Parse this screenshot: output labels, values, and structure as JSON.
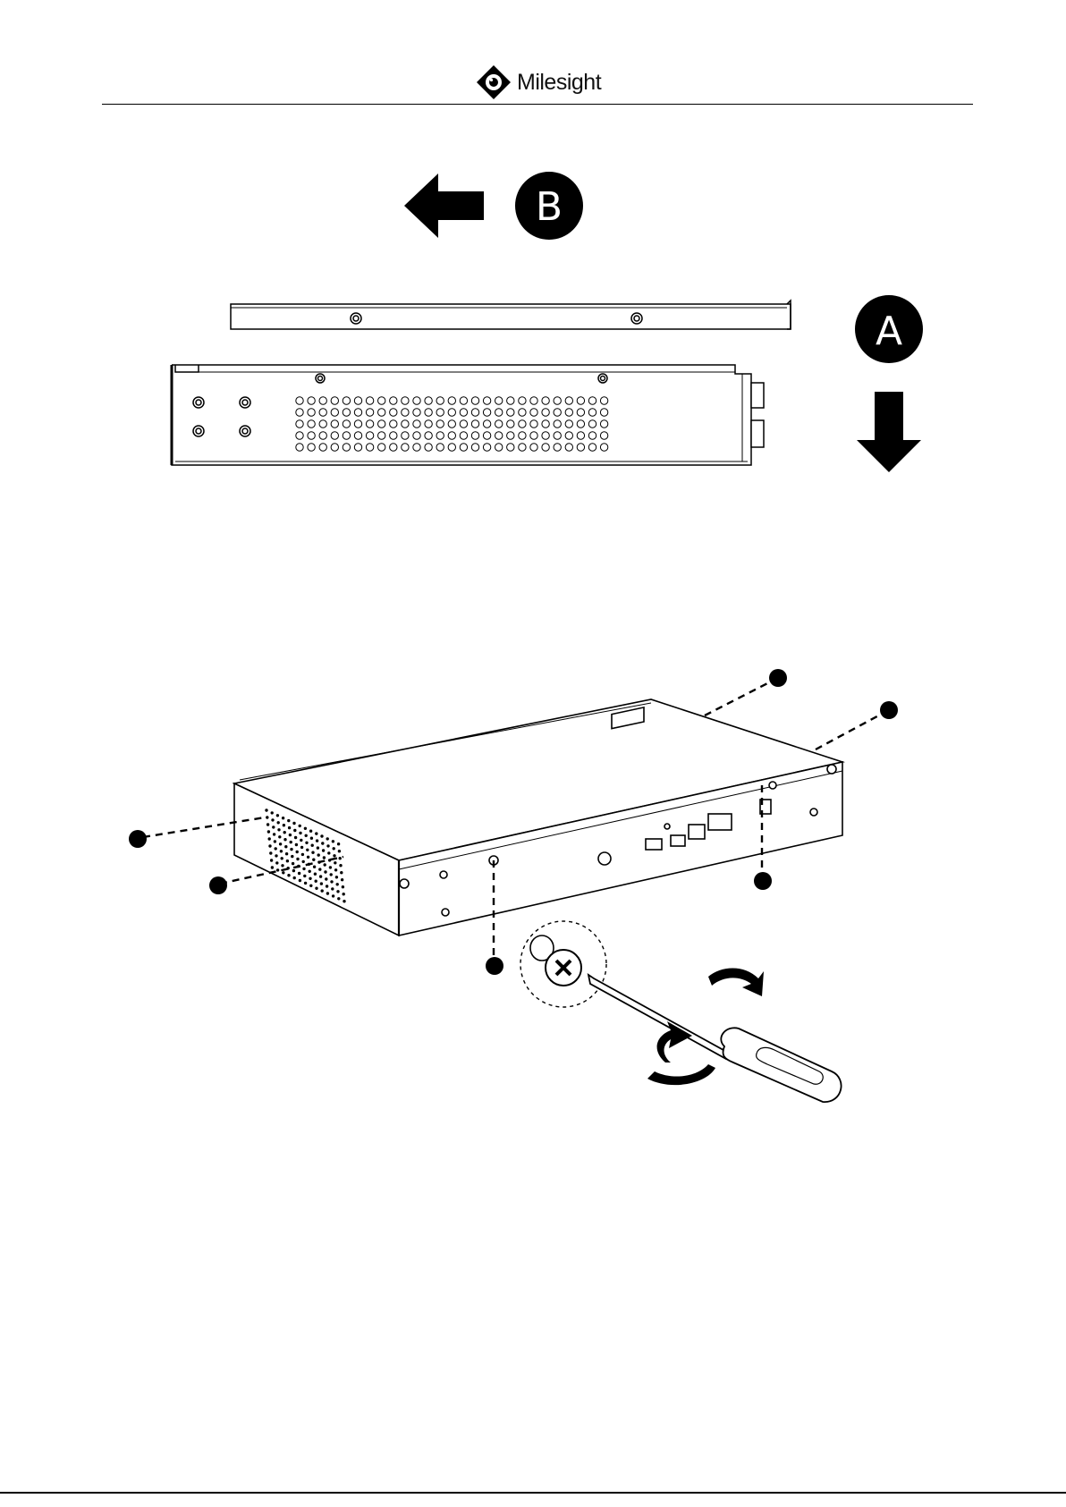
{
  "header": {
    "brand": "Milesight",
    "logo_icon": "milesight-diamond-eye-logo"
  },
  "figure_top": {
    "label_a": "A",
    "label_b": "B",
    "arrow_b_direction": "left",
    "arrow_a_direction": "down"
  },
  "figure_bottom": {
    "screw_callouts": 6,
    "tool": "phillips-screwdriver",
    "rotation": "counter-clockwise"
  },
  "colors": {
    "ink": "#000000",
    "paper": "#ffffff"
  }
}
